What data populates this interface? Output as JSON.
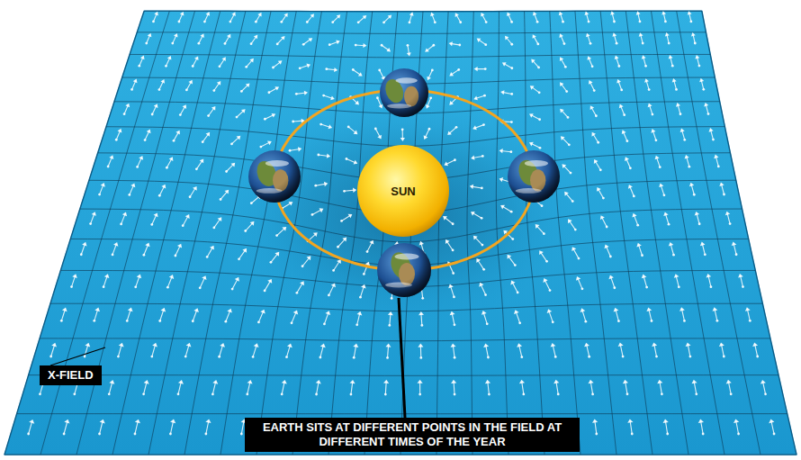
{
  "diagram": {
    "nodes": [
      {
        "text": [
          "SUN"
        ]
      },
      {
        "text": [
          "X-FIELD"
        ]
      },
      {
        "text": [
          "EARTH SITS AT DIFFERENT POINTS IN THE FIELD AT DIFFERENT TIMES OF THE YEAR"
        ]
      }
    ]
  }
}
